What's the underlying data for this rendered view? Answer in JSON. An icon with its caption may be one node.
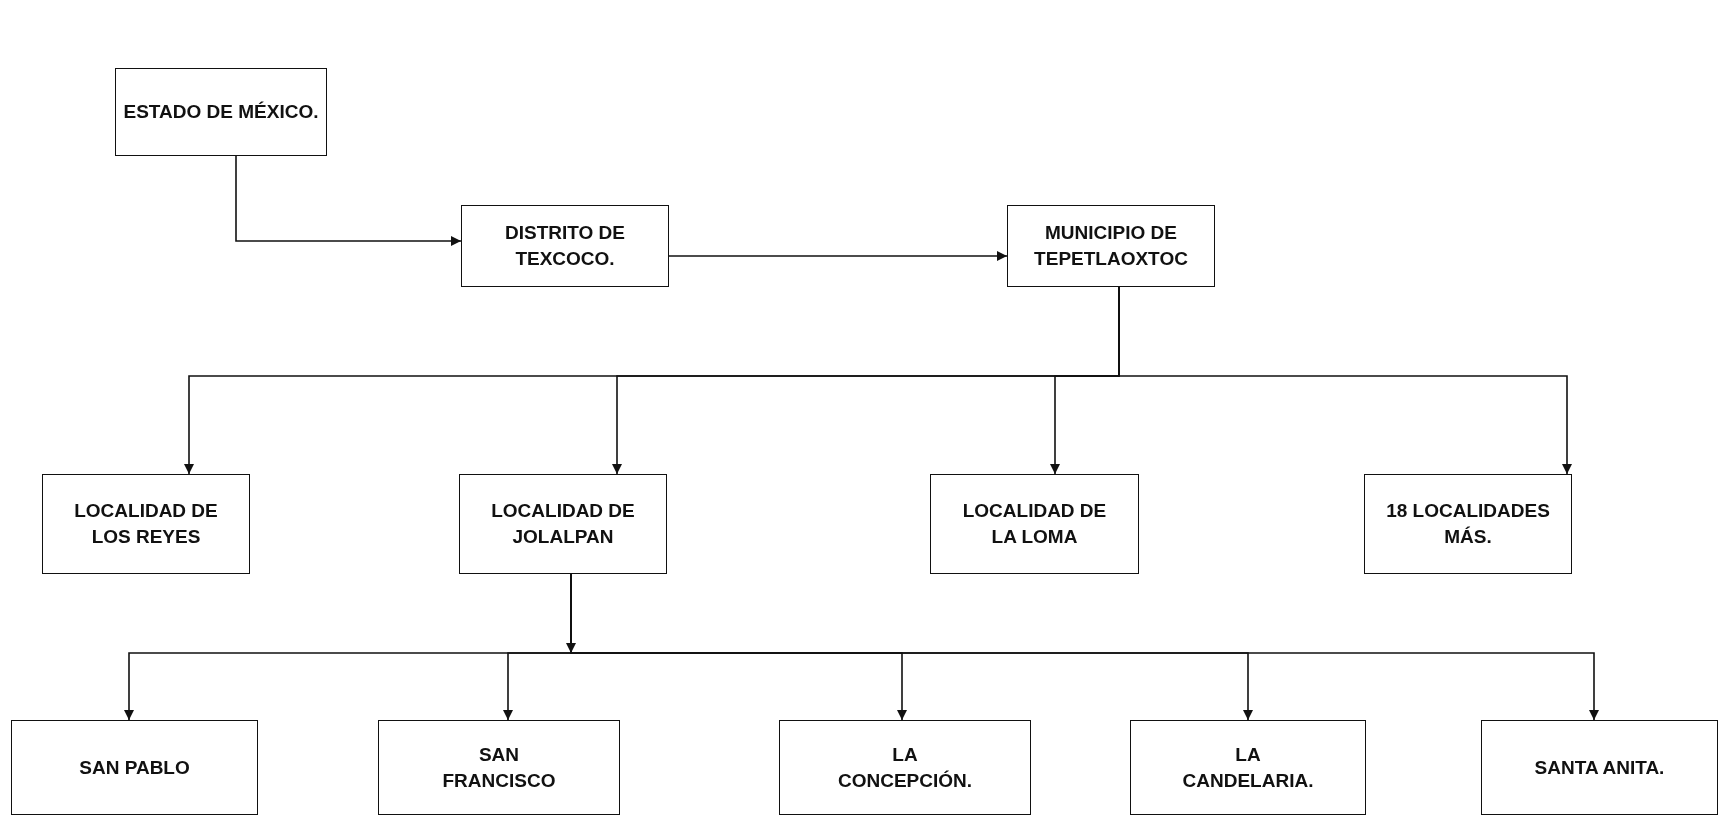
{
  "diagram": {
    "nodes": [
      {
        "text": [
          "ESTADO DE MÉXICO."
        ]
      },
      {
        "text": [
          "DISTRITO DE TEXCOCO."
        ]
      },
      {
        "text": [
          "MUNICIPIO DE TEPETLAOXTOC"
        ]
      },
      {
        "text": [
          "LOCALIDAD DE LOS REYES"
        ]
      },
      {
        "text": [
          "LOCALIDAD DE JOLALPAN"
        ]
      },
      {
        "text": [
          "LOCALIDAD DE LA LOMA"
        ]
      },
      {
        "text": [
          "18 LOCALIDADES MÁS."
        ]
      },
      {
        "text": [
          "SAN PABLO"
        ]
      },
      {
        "text": [
          "SAN FRANCISCO"
        ]
      },
      {
        "text": [
          "LA CONCEPCIÓN."
        ]
      },
      {
        "text": [
          "LA CANDELARIA."
        ]
      },
      {
        "text": [
          "SANTA ANITA."
        ]
      }
    ],
    "edges": [
      {
        "from": 0,
        "to": 1,
        "arrow": "to"
      },
      {
        "from": 1,
        "to": 2,
        "arrow": "to"
      },
      {
        "from": 2,
        "to": 3,
        "arrow": "to"
      },
      {
        "from": 2,
        "to": 4,
        "arrow": "to"
      },
      {
        "from": 2,
        "to": 5,
        "arrow": "to"
      },
      {
        "from": 2,
        "to": 6,
        "arrow": "to"
      },
      {
        "from": 4,
        "to": 7,
        "arrow": "to"
      },
      {
        "from": 4,
        "to": 8,
        "arrow": "to"
      },
      {
        "from": 4,
        "to": 9,
        "arrow": "to"
      },
      {
        "from": 4,
        "to": 10,
        "arrow": "to"
      },
      {
        "from": 4,
        "to": 11,
        "arrow": "to"
      }
    ]
  }
}
